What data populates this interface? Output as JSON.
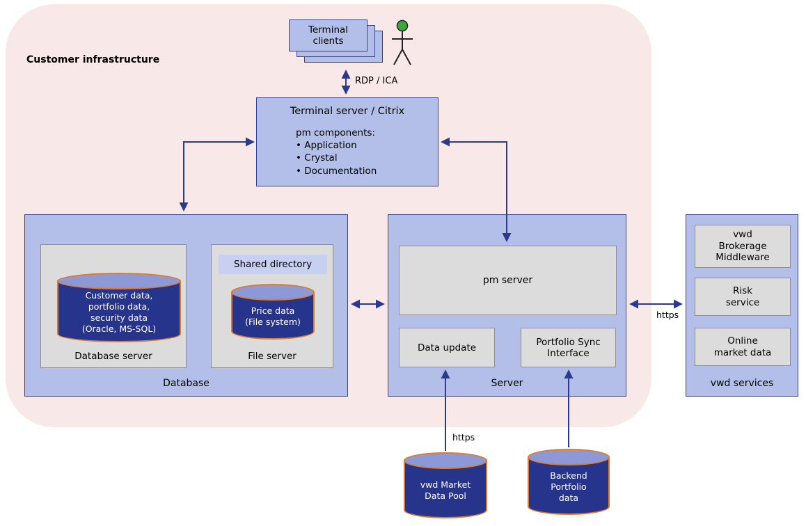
{
  "diagram": {
    "region_label": "Customer infrastructure",
    "terminal_clients": {
      "label": "Terminal\nclients"
    },
    "labels": {
      "rdp_ica": "RDP / ICA",
      "https_services": "https",
      "https_market": "https"
    },
    "terminal_server": {
      "title": "Terminal server / Citrix",
      "subtitle": "pm components:",
      "items": [
        "Application",
        "Crystal",
        "Documentation"
      ]
    },
    "database": {
      "label": "Database",
      "database_server": {
        "label": "Database server",
        "cylinder_text": "Customer data,\nportfolio data,\nsecurity data\n(Oracle, MS-SQL)"
      },
      "file_server": {
        "label": "File server",
        "shared_directory_label": "Shared directory",
        "cylinder_text": "Price data\n(File system)"
      }
    },
    "server": {
      "label": "Server",
      "pm_server_label": "pm server",
      "data_update_label": "Data update",
      "portfolio_sync_label": "Portfolio Sync\nInterface"
    },
    "vwd_services": {
      "label": "vwd services",
      "items": [
        "vwd\nBrokerage\nMiddleware",
        "Risk\nservice",
        "Online\nmarket data"
      ]
    },
    "external_data": {
      "market_pool_label": "vwd Market\nData Pool",
      "backend_portfolio_label": "Backend\nPortfolio\ndata"
    },
    "colors": {
      "background_pink": "#F9E8E8",
      "box_blue": "#B3BFE8",
      "box_gray": "#DCDCDC",
      "cylinder_navy": "#27348B",
      "cylinder_top": "#8D99D6",
      "cylinder_border_orange": "#E07B28",
      "line_blue": "#2B3A8F",
      "shared_dir_bg": "#C7D0F1",
      "figure_head_green": "#3FA33F"
    }
  }
}
